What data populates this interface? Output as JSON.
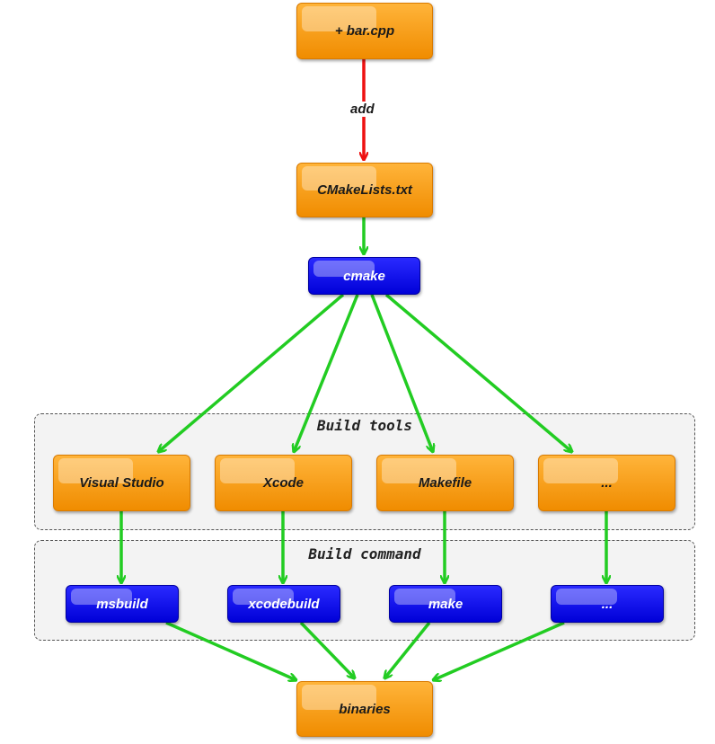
{
  "nodes": {
    "bar_cpp": "+ bar.cpp",
    "cmakelists": "CMakeLists.txt",
    "cmake": "cmake",
    "visual_studio": "Visual Studio",
    "xcode": "Xcode",
    "makefile": "Makefile",
    "tool_other": "...",
    "msbuild": "msbuild",
    "xcodebuild": "xcodebuild",
    "make": "make",
    "command_other": "...",
    "binaries": "binaries"
  },
  "edges": {
    "add_label": "add"
  },
  "groups": {
    "build_tools": "Build tools",
    "build_command": "Build command"
  },
  "colors": {
    "orange_node": "#f5a010",
    "blue_node": "#0a0aee",
    "add_arrow": "#ee1111",
    "flow_arrow": "#22cc22"
  }
}
